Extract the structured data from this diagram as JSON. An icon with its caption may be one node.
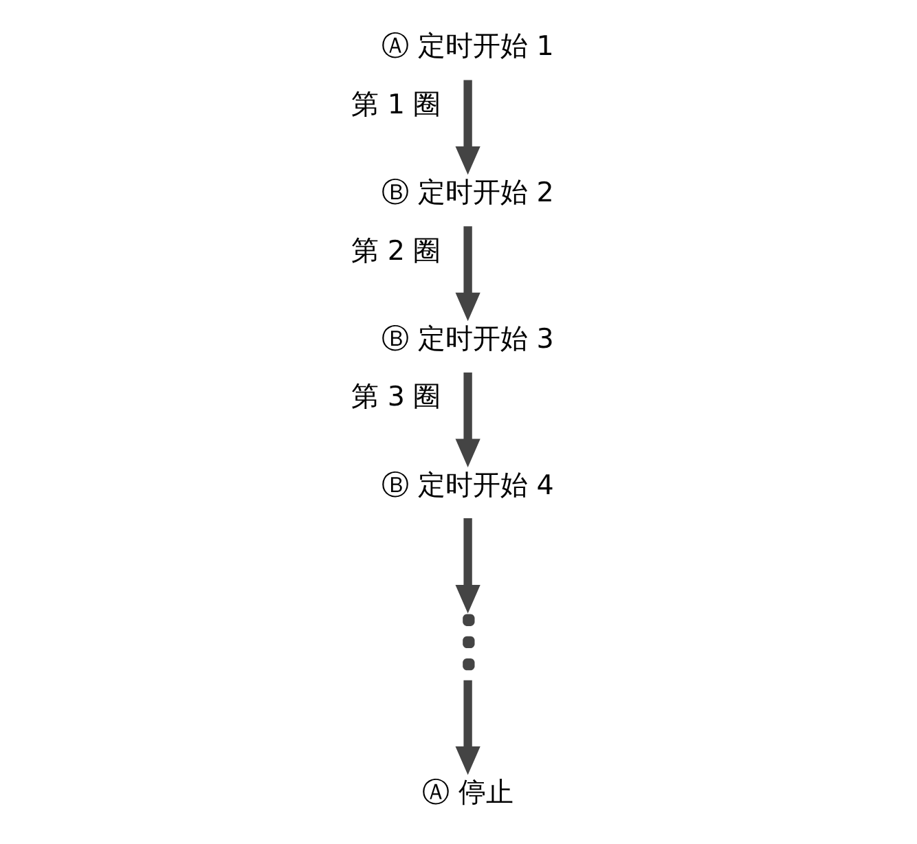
{
  "diagram": {
    "nodes": [
      {
        "text": [
          "Ⓐ 定时开始 1"
        ]
      },
      {
        "text": [
          "Ⓑ 定时开始 2"
        ]
      },
      {
        "text": [
          "Ⓑ 定时开始 3"
        ]
      },
      {
        "text": [
          "Ⓑ 定时开始 4"
        ]
      },
      {
        "text": [],
        "shape": "dots"
      },
      {
        "text": [
          "Ⓐ 停止"
        ]
      }
    ],
    "edges": [
      {
        "from": 0,
        "to": 1,
        "arrow": "to",
        "label": "第 1 圈"
      },
      {
        "from": 1,
        "to": 2,
        "arrow": "to",
        "label": "第 2 圈"
      },
      {
        "from": 2,
        "to": 3,
        "arrow": "to",
        "label": "第 3 圈"
      },
      {
        "from": 3,
        "to": 4,
        "arrow": "to"
      },
      {
        "from": 4,
        "to": 5,
        "arrow": "to"
      }
    ]
  }
}
